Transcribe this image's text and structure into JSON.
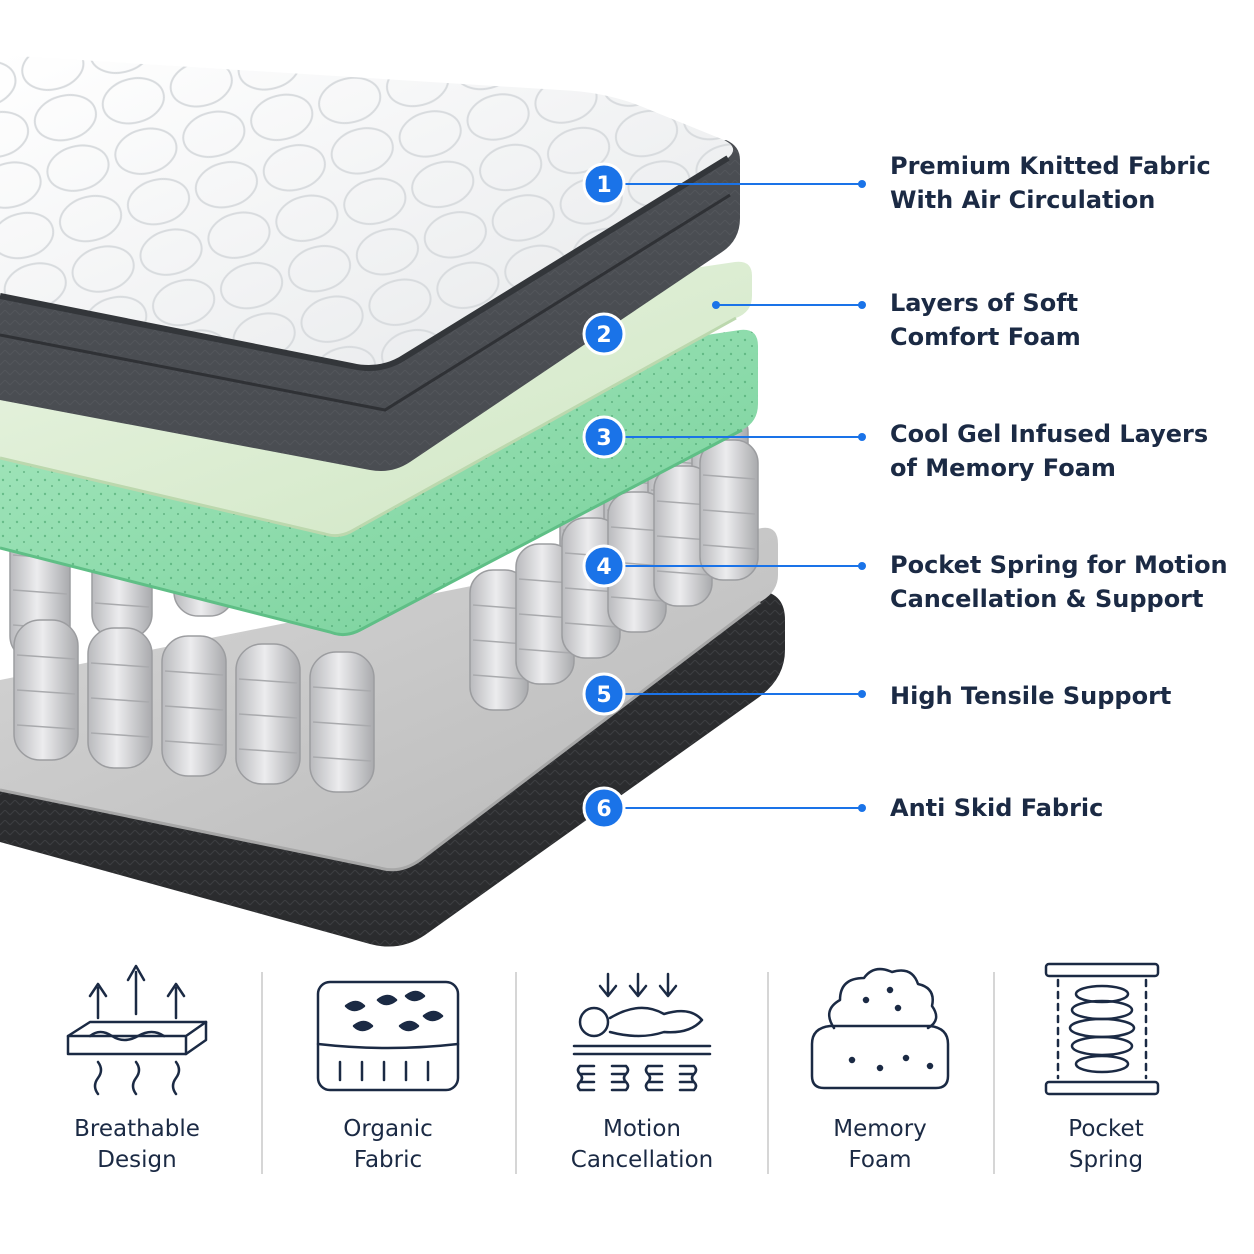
{
  "colors": {
    "accent": "#1a73e8",
    "text": "#1b2a44",
    "knit_top": "#f4f5f6",
    "knit_side": "#4a4d52",
    "soft_foam": "#dcedd2",
    "gel_foam": "#8fdcae",
    "springs": "#c9cacc",
    "support_board": "#c3c3c3",
    "anti_skid": "#2b2c2e",
    "divider": "#d6d6d6"
  },
  "layers": [
    {
      "number": "1",
      "line1": "Premium Knitted Fabric",
      "line2": "With Air Circulation"
    },
    {
      "number": "2",
      "line1": "Layers of Soft",
      "line2": "Comfort Foam"
    },
    {
      "number": "3",
      "line1": "Cool Gel Infused Layers",
      "line2": "of Memory Foam"
    },
    {
      "number": "4",
      "line1": "Pocket Spring for Motion",
      "line2": "Cancellation & Support"
    },
    {
      "number": "5",
      "line1": "High Tensile Support",
      "line2": ""
    },
    {
      "number": "6",
      "line1": "Anti Skid Fabric",
      "line2": ""
    }
  ],
  "features": [
    {
      "icon": "breathable-icon",
      "line1": "Breathable",
      "line2": "Design"
    },
    {
      "icon": "organic-fabric-icon",
      "line1": "Organic",
      "line2": "Fabric"
    },
    {
      "icon": "motion-cancellation-icon",
      "line1": "Motion",
      "line2": "Cancellation"
    },
    {
      "icon": "memory-foam-icon",
      "line1": "Memory",
      "line2": "Foam"
    },
    {
      "icon": "pocket-spring-icon",
      "line1": "Pocket",
      "line2": "Spring"
    }
  ]
}
